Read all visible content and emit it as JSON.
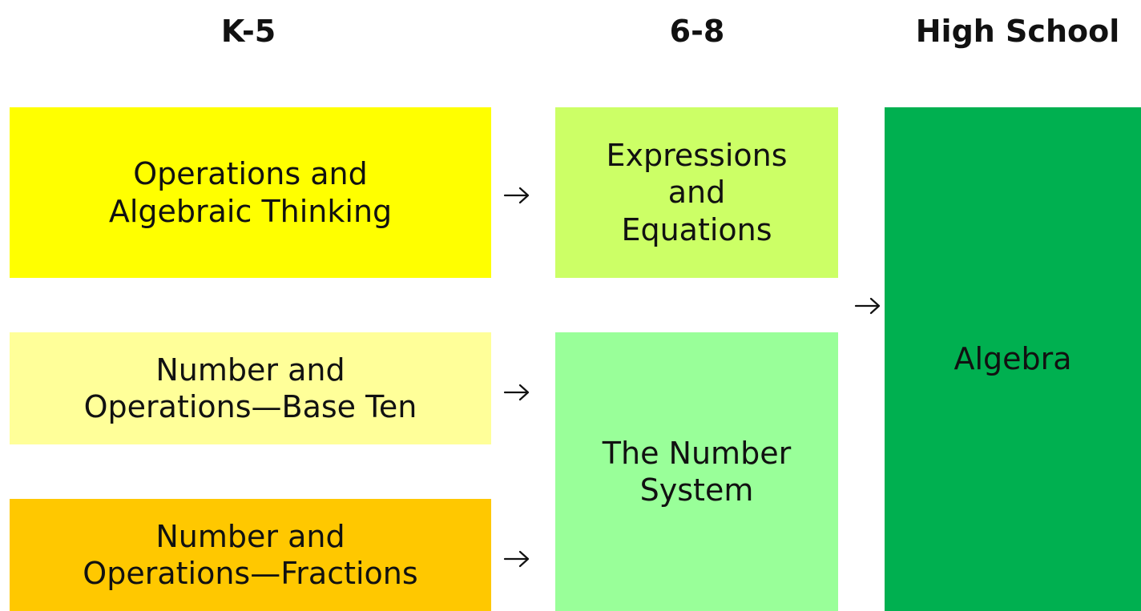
{
  "columns": {
    "k5": "K-5",
    "g68": "6-8",
    "hs": "High School"
  },
  "boxes": {
    "oat": {
      "lines": [
        "Operations and",
        "Algebraic Thinking"
      ],
      "color": "#FFFF00"
    },
    "nbt": {
      "lines": [
        "Number and",
        "Operations—Base Ten"
      ],
      "color": "#FFFF99"
    },
    "nf": {
      "lines": [
        "Number and",
        "Operations—Fractions"
      ],
      "color": "#FFC800"
    },
    "ee": {
      "lines": [
        "Expressions",
        "and",
        "Equations"
      ],
      "color": "#CCFF66"
    },
    "ns": {
      "lines": [
        "The Number",
        "System"
      ],
      "color": "#99FF99"
    },
    "alg": {
      "lines": [
        "Algebra"
      ],
      "color": "#00B050"
    }
  },
  "arrow_icon": "right-arrow-icon"
}
